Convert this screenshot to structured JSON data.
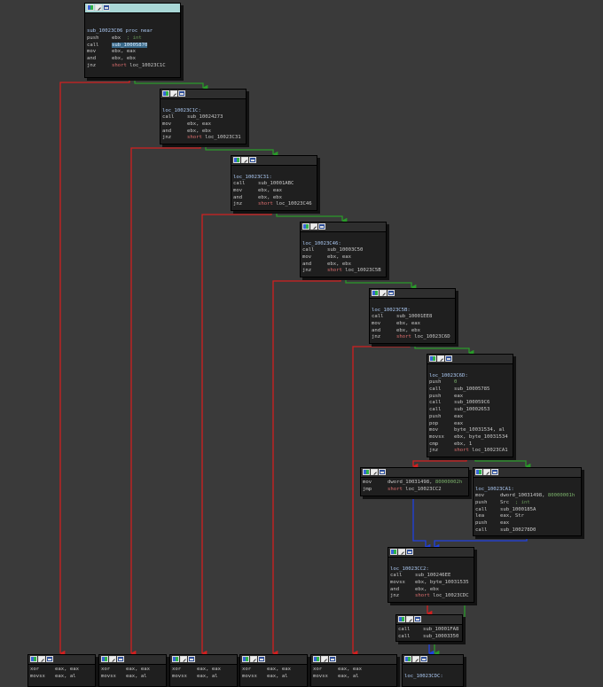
{
  "colors": {
    "background": "#3a3a3a",
    "node_bg": "#1f1f1f",
    "edge_true": "#2a9a2a",
    "edge_false": "#d02020",
    "edge_uncond": "#2040e0",
    "selected_header": "#a9d7d6"
  },
  "icons": [
    "graph-color-icon",
    "edit-icon",
    "comment-icon"
  ],
  "nodes": {
    "n1": {
      "lines": [
        {
          "t": "blank"
        },
        {
          "t": "blank"
        },
        {
          "t": "label",
          "text": "sub_10023C06 proc near"
        },
        {
          "t": "ins",
          "m": "push",
          "o": "ebx",
          "c": "; int"
        },
        {
          "t": "ins",
          "m": "call",
          "o": "sub_10005870",
          "hl": true
        },
        {
          "t": "ins",
          "m": "mov",
          "o": "ebx, eax"
        },
        {
          "t": "ins",
          "m": "and",
          "o": "ebx, ebx"
        },
        {
          "t": "jmp",
          "m": "jnz",
          "k": "short",
          "o": "loc_10023C1C"
        }
      ]
    },
    "n2": {
      "lines": [
        {
          "t": "blank"
        },
        {
          "t": "label",
          "text": "loc_10023C1C:"
        },
        {
          "t": "ins",
          "m": "call",
          "o": "sub_10024273"
        },
        {
          "t": "ins",
          "m": "mov",
          "o": "ebx, eax"
        },
        {
          "t": "ins",
          "m": "and",
          "o": "ebx, ebx"
        },
        {
          "t": "jmp",
          "m": "jnz",
          "k": "short",
          "o": "loc_10023C31"
        }
      ]
    },
    "n3": {
      "lines": [
        {
          "t": "blank"
        },
        {
          "t": "label",
          "text": "loc_10023C31:"
        },
        {
          "t": "ins",
          "m": "call",
          "o": "sub_10001ABC"
        },
        {
          "t": "ins",
          "m": "mov",
          "o": "ebx, eax"
        },
        {
          "t": "ins",
          "m": "and",
          "o": "ebx, ebx"
        },
        {
          "t": "jmp",
          "m": "jnz",
          "k": "short",
          "o": "loc_10023C46"
        }
      ]
    },
    "n4": {
      "lines": [
        {
          "t": "blank"
        },
        {
          "t": "label",
          "text": "loc_10023C46:"
        },
        {
          "t": "ins",
          "m": "call",
          "o": "sub_10003C50"
        },
        {
          "t": "ins",
          "m": "mov",
          "o": "ebx, eax"
        },
        {
          "t": "ins",
          "m": "and",
          "o": "ebx, ebx"
        },
        {
          "t": "jmp",
          "m": "jnz",
          "k": "short",
          "o": "loc_10023C5B"
        }
      ]
    },
    "n5": {
      "lines": [
        {
          "t": "blank"
        },
        {
          "t": "label",
          "text": "loc_10023C5B:"
        },
        {
          "t": "ins",
          "m": "call",
          "o": "sub_10001EE8"
        },
        {
          "t": "ins",
          "m": "mov",
          "o": "ebx, eax"
        },
        {
          "t": "ins",
          "m": "and",
          "o": "ebx, ebx"
        },
        {
          "t": "jmp",
          "m": "jnz",
          "k": "short",
          "o": "loc_10023C6D"
        }
      ]
    },
    "n6": {
      "lines": [
        {
          "t": "blank"
        },
        {
          "t": "label",
          "text": "loc_10023C6D:"
        },
        {
          "t": "ins",
          "m": "push",
          "o": "0",
          "num": true
        },
        {
          "t": "ins",
          "m": "call",
          "o": "sub_10005785"
        },
        {
          "t": "ins",
          "m": "push",
          "o": "eax"
        },
        {
          "t": "ins",
          "m": "call",
          "o": "sub_100059C6"
        },
        {
          "t": "ins",
          "m": "call",
          "o": "sub_10002653"
        },
        {
          "t": "ins",
          "m": "push",
          "o": "eax"
        },
        {
          "t": "ins",
          "m": "pop",
          "o": "eax"
        },
        {
          "t": "ins",
          "m": "mov",
          "o": "byte_10031534, al"
        },
        {
          "t": "ins",
          "m": "movsx",
          "o": "ebx, byte_10031534"
        },
        {
          "t": "ins",
          "m": "cmp",
          "o": "ebx, 1"
        },
        {
          "t": "jmp",
          "m": "jnz",
          "k": "short",
          "o": "loc_10023CA1"
        }
      ]
    },
    "n7": {
      "lines": [
        {
          "t": "ins",
          "m": "mov",
          "o": "dword_10031498, ",
          "n": "80000002h"
        },
        {
          "t": "jmp",
          "m": "jmp",
          "k": "short",
          "o": "loc_10023CC2"
        }
      ]
    },
    "n8": {
      "lines": [
        {
          "t": "blank"
        },
        {
          "t": "label",
          "text": "loc_10023CA1:"
        },
        {
          "t": "ins",
          "m": "mov",
          "o": "dword_10031498, ",
          "n": "80000001h"
        },
        {
          "t": "ins",
          "m": "push",
          "o": "Src",
          "c": "; int"
        },
        {
          "t": "ins",
          "m": "call",
          "o": "sub_1000185A"
        },
        {
          "t": "ins",
          "m": "lea",
          "o": "eax, Str"
        },
        {
          "t": "ins",
          "m": "push",
          "o": "eax"
        },
        {
          "t": "ins",
          "m": "call",
          "o": "sub_100278D0"
        }
      ]
    },
    "n9": {
      "lines": [
        {
          "t": "blank"
        },
        {
          "t": "label",
          "text": "loc_10023CC2:"
        },
        {
          "t": "ins",
          "m": "call",
          "o": "sub_100246EE"
        },
        {
          "t": "ins",
          "m": "movsx",
          "o": "ebx, byte_10031535"
        },
        {
          "t": "ins",
          "m": "and",
          "o": "ebx, ebx"
        },
        {
          "t": "jmp",
          "m": "jnz",
          "k": "short",
          "o": "loc_10023CDC"
        }
      ]
    },
    "n10": {
      "lines": [
        {
          "t": "ins",
          "m": "call",
          "o": "sub_10001FA8"
        },
        {
          "t": "ins",
          "m": "call",
          "o": "sub_10003350"
        }
      ]
    },
    "b1": {
      "lines": [
        {
          "t": "ins",
          "m": "xor",
          "o": "eax, eax"
        },
        {
          "t": "ins",
          "m": "movsx",
          "o": "eax, al"
        }
      ]
    },
    "b2": {
      "lines": [
        {
          "t": "ins",
          "m": "xor",
          "o": "eax, eax"
        },
        {
          "t": "ins",
          "m": "movsx",
          "o": "eax, al"
        }
      ]
    },
    "b3": {
      "lines": [
        {
          "t": "ins",
          "m": "xor",
          "o": "eax, eax"
        },
        {
          "t": "ins",
          "m": "movsx",
          "o": "eax, al"
        }
      ]
    },
    "b4": {
      "lines": [
        {
          "t": "ins",
          "m": "xor",
          "o": "eax, eax"
        },
        {
          "t": "ins",
          "m": "movsx",
          "o": "eax, al"
        }
      ]
    },
    "b5": {
      "lines": [
        {
          "t": "ins",
          "m": "xor",
          "o": "eax, eax"
        },
        {
          "t": "ins",
          "m": "movsx",
          "o": "eax, al"
        }
      ]
    },
    "b6": {
      "lines": [
        {
          "t": "blank"
        },
        {
          "t": "label",
          "text": "loc_10023CDC:"
        }
      ]
    }
  }
}
